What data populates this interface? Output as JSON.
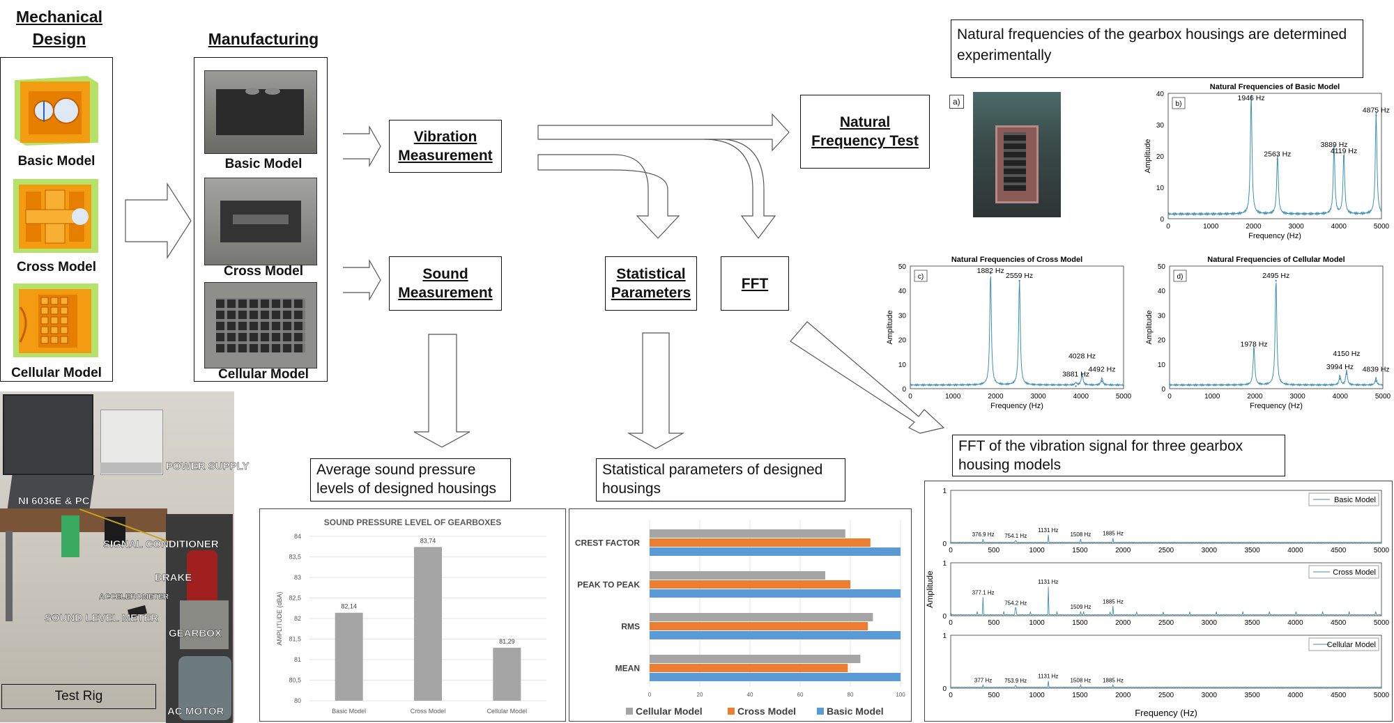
{
  "design": {
    "title": "Mechanical Design",
    "models": [
      "Basic Model",
      "Cross Model",
      "Cellular Model"
    ]
  },
  "manufacturing": {
    "title": "Manufacturing",
    "models": [
      "Basic Model",
      "Cross Model",
      "Cellular Model"
    ]
  },
  "steps": {
    "vibration": "Vibration Measurement",
    "sound": "Sound Measurement",
    "natural_test": "Natural Frequency Test",
    "stat": "Statistical Parameters",
    "fft": "FFT"
  },
  "notes": {
    "natural": "Natural frequencies of the gearbox housings are determined experimentally",
    "fft": "FFT of the vibration signal for three gearbox housing models",
    "spl": "Average sound pressure levels of designed housings",
    "stat": "Statistical parameters  of designed housings"
  },
  "test_rig": {
    "label": "Test Rig",
    "parts": [
      "POWER SUPPLY",
      "NI 6036E & PC",
      "SIGNAL CONDITIONER",
      "BRAKE",
      "ACCELEROMETER",
      "SOUND LEVEL METER",
      "GEARBOX",
      "AC MOTOR"
    ]
  },
  "photo_label": "a)",
  "colors": {
    "cellular": "#a5a5a5",
    "cross": "#ed7d31",
    "basic": "#5b9bd5",
    "spectrum": "#3f8fb0"
  },
  "chart_data": [
    {
      "type": "line",
      "panel": "b)",
      "title": "Natural Frequencies of Basic Model",
      "xlabel": "Frequency (Hz)",
      "ylabel": "Amplitude",
      "xlim": [
        0,
        5000
      ],
      "ylim": [
        0,
        40
      ],
      "xticks": [
        "0",
        "1000",
        "2000",
        "3000",
        "4000",
        "5000"
      ],
      "yticks": [
        "0",
        "10",
        "20",
        "30",
        "40"
      ],
      "peaks": [
        {
          "x": 1946,
          "y": 39,
          "label": "1946 Hz"
        },
        {
          "x": 2563,
          "y": 19,
          "label": "2563 Hz"
        },
        {
          "x": 3889,
          "y": 22,
          "label": "3889 Hz"
        },
        {
          "x": 4119,
          "y": 20,
          "label": "4119 Hz"
        },
        {
          "x": 4875,
          "y": 33,
          "label": "4875 Hz"
        }
      ]
    },
    {
      "type": "line",
      "panel": "c)",
      "title": "Natural Frequencies of Cross Model",
      "xlabel": "Frequency (Hz)",
      "ylabel": "Amplitude",
      "xlim": [
        0,
        5000
      ],
      "ylim": [
        0,
        50
      ],
      "xticks": [
        "0",
        "1000",
        "2000",
        "3000",
        "4000",
        "5000"
      ],
      "yticks": [
        "0",
        "10",
        "20",
        "30",
        "40",
        "50"
      ],
      "peaks": [
        {
          "x": 1882,
          "y": 47,
          "label": "1882 Hz"
        },
        {
          "x": 2559,
          "y": 44,
          "label": "2559 Hz"
        },
        {
          "x": 3881,
          "y": 1,
          "label": "3881 Hz"
        },
        {
          "x": 4028,
          "y": 5,
          "label": "4028 Hz"
        },
        {
          "x": 4492,
          "y": 3,
          "label": "4492 Hz"
        }
      ]
    },
    {
      "type": "line",
      "panel": "d)",
      "title": "Natural Frequencies of Cellular Model",
      "xlabel": "Frequency (Hz)",
      "ylabel": "Amplitude",
      "xlim": [
        0,
        5000
      ],
      "ylim": [
        0,
        50
      ],
      "xticks": [
        "0",
        "1000",
        "2000",
        "3000",
        "4000",
        "5000"
      ],
      "yticks": [
        "0",
        "10",
        "20",
        "30",
        "40",
        "50"
      ],
      "peaks": [
        {
          "x": 1978,
          "y": 16,
          "label": "1978 Hz"
        },
        {
          "x": 2495,
          "y": 44,
          "label": "2495 Hz"
        },
        {
          "x": 3994,
          "y": 4,
          "label": "3994 Hz"
        },
        {
          "x": 4150,
          "y": 6,
          "label": "4150 Hz"
        },
        {
          "x": 4839,
          "y": 3,
          "label": "4839 Hz"
        }
      ]
    },
    {
      "type": "bar",
      "title": "SOUND PRESSURE LEVEL OF GEARBOXES",
      "ylabel": "AMPLITUDE (dBA)",
      "categories": [
        "Basic Model",
        "Cross Model",
        "Cellular Model"
      ],
      "values": [
        82.14,
        83.74,
        81.29
      ],
      "data_labels": [
        "82,14",
        "83,74",
        "81,29"
      ],
      "ylim": [
        80,
        84
      ],
      "yticks": [
        "80",
        "80,5",
        "81",
        "81,5",
        "82",
        "82,5",
        "83",
        "83,5",
        "84"
      ]
    },
    {
      "type": "bar",
      "orientation": "horizontal",
      "categories": [
        "CREST FACTOR",
        "PEAK TO PEAK",
        "RMS",
        "MEAN"
      ],
      "series": [
        {
          "name": "Cellular Model",
          "values": [
            78,
            70,
            89,
            84
          ]
        },
        {
          "name": "Cross Model",
          "values": [
            88,
            80,
            87,
            79
          ]
        },
        {
          "name": "Basic Model",
          "values": [
            100,
            100,
            100,
            100
          ]
        }
      ],
      "xlim": [
        0,
        100
      ],
      "xticks": [
        "0",
        "20",
        "40",
        "60",
        "80",
        "100"
      ]
    },
    {
      "type": "line",
      "title": "FFT of the vibration signal",
      "xlabel": "Frequency (Hz)",
      "ylabel": "Amplitude",
      "xlim": [
        0,
        5000
      ],
      "xticks": [
        "0",
        "500",
        "1000",
        "1500",
        "2000",
        "2500",
        "3000",
        "3500",
        "4000",
        "4500",
        "5000"
      ],
      "yticks": [
        "0",
        "1"
      ],
      "subplots": [
        {
          "name": "Basic Model",
          "ylim": [
            0,
            1
          ],
          "peaks": [
            {
              "x": 376.9,
              "y": 0.08,
              "label": "376.9 Hz"
            },
            {
              "x": 754.1,
              "y": 0.05,
              "label": "754.1 Hz"
            },
            {
              "x": 1131,
              "y": 0.16,
              "label": "1131 Hz"
            },
            {
              "x": 1508,
              "y": 0.08,
              "label": "1508 Hz"
            },
            {
              "x": 1885,
              "y": 0.1,
              "label": "1885 Hz"
            }
          ]
        },
        {
          "name": "Cross Model",
          "ylim": [
            0,
            1
          ],
          "peaks": [
            {
              "x": 377.1,
              "y": 0.35,
              "label": "377.1 Hz"
            },
            {
              "x": 754.2,
              "y": 0.15,
              "label": "754.2 Hz"
            },
            {
              "x": 1131,
              "y": 0.55,
              "label": "1131 Hz"
            },
            {
              "x": 1509,
              "y": 0.08,
              "label": "1509 Hz"
            },
            {
              "x": 1885,
              "y": 0.18,
              "label": "1885 Hz"
            }
          ]
        },
        {
          "name": "Cellular Model",
          "ylim": [
            0,
            1
          ],
          "peaks": [
            {
              "x": 377,
              "y": 0.06,
              "label": "377 Hz"
            },
            {
              "x": 753.9,
              "y": 0.05,
              "label": "753.9 Hz"
            },
            {
              "x": 1131,
              "y": 0.14,
              "label": "1131 Hz"
            },
            {
              "x": 1508,
              "y": 0.06,
              "label": "1508 Hz"
            },
            {
              "x": 1885,
              "y": 0.06,
              "label": "1885 Hz"
            }
          ]
        }
      ]
    }
  ]
}
